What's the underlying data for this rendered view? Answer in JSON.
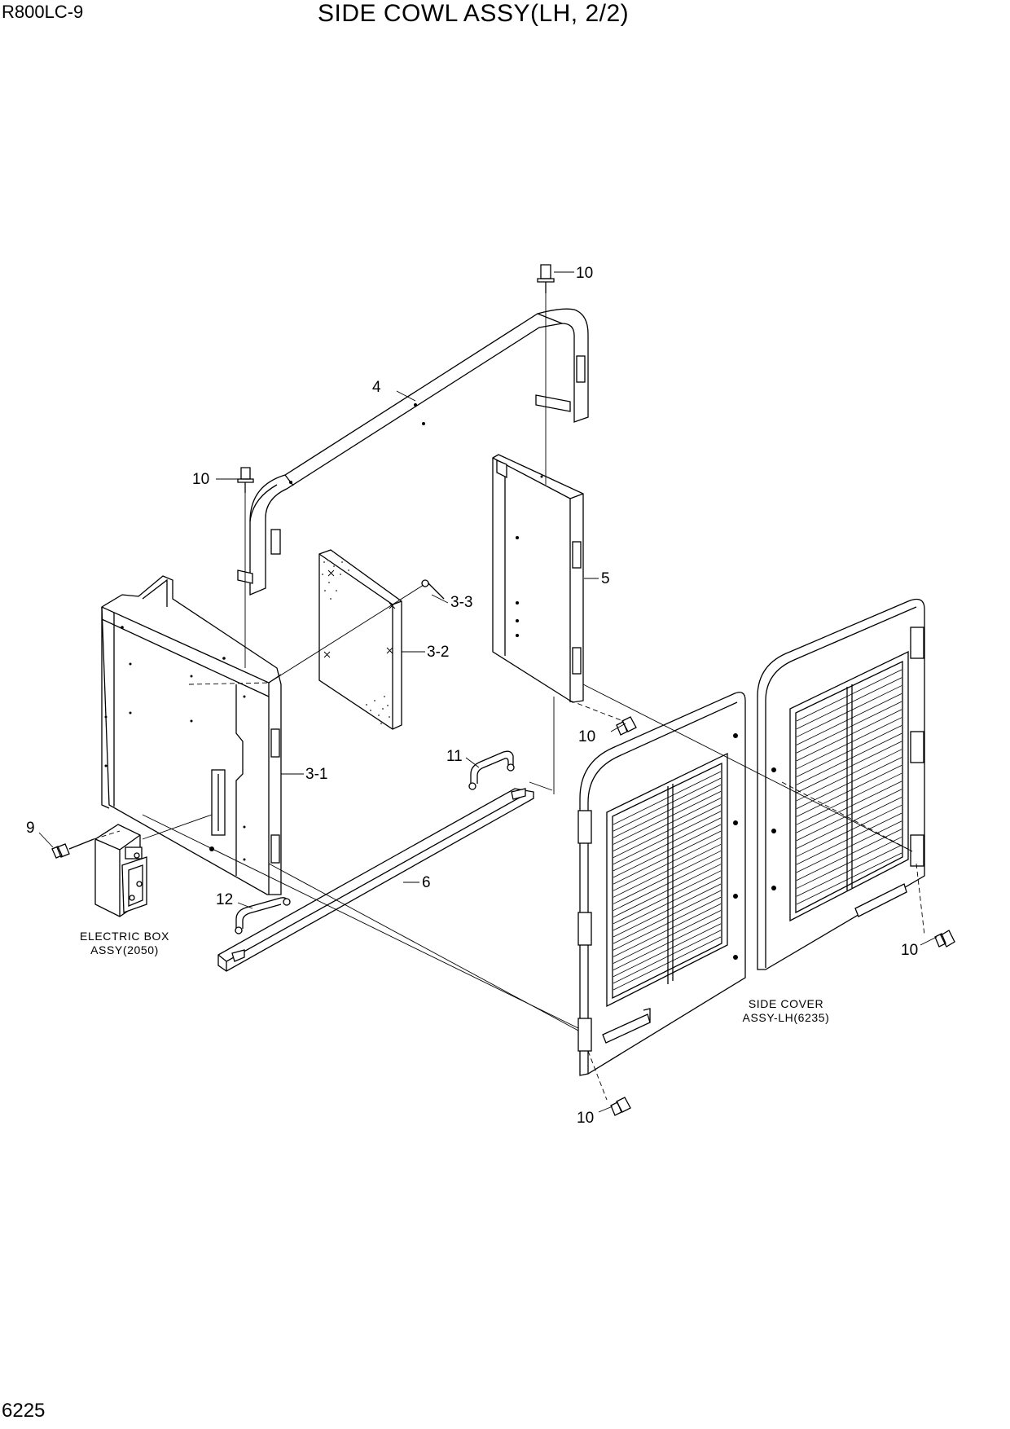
{
  "header": {
    "model": "R800LC-9",
    "title": "SIDE COWL ASSY(LH, 2/2)"
  },
  "footer": {
    "page_number": "6225"
  },
  "callouts": {
    "c10_top": "10",
    "c4": "4",
    "c10_left": "10",
    "c5": "5",
    "c3_3": "3-3",
    "c3_2": "3-2",
    "c10_mid": "10",
    "c11": "11",
    "c3_1": "3-1",
    "c9": "9",
    "c6": "6",
    "c12": "12",
    "c10_right": "10",
    "c10_bottom": "10"
  },
  "references": {
    "electric_box_line1": "ELECTRIC BOX",
    "electric_box_line2": "ASSY(2050)",
    "side_cover_line1": "SIDE COVER",
    "side_cover_line2": "ASSY-LH(6235)"
  }
}
